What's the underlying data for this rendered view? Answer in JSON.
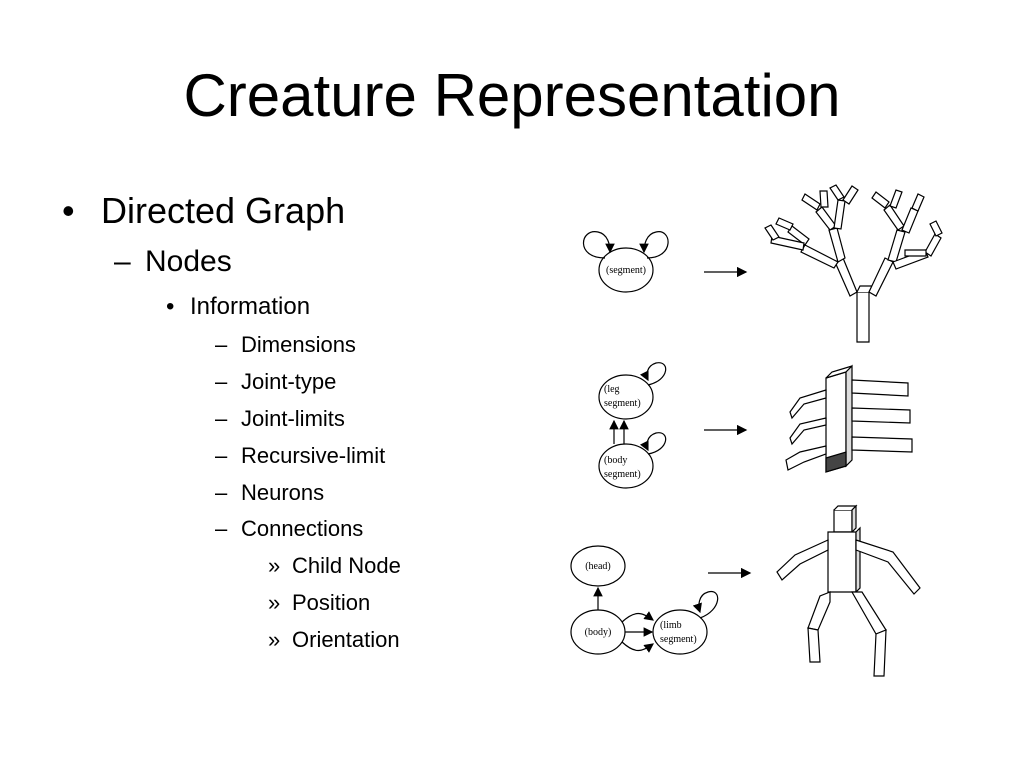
{
  "slide": {
    "title": "Creature Representation",
    "bullets": {
      "l1": {
        "marker": "•",
        "text": "Directed Graph"
      },
      "l2": {
        "marker": "–",
        "text": "Nodes"
      },
      "l3": {
        "marker": "•",
        "text": "Information"
      },
      "l4": [
        {
          "marker": "–",
          "text": "Dimensions"
        },
        {
          "marker": "–",
          "text": "Joint-type"
        },
        {
          "marker": "–",
          "text": "Joint-limits"
        },
        {
          "marker": "–",
          "text": "Recursive-limit"
        },
        {
          "marker": "–",
          "text": "Neurons"
        },
        {
          "marker": "–",
          "text": "Connections"
        }
      ],
      "l5": [
        {
          "marker": "»",
          "text": "Child Node"
        },
        {
          "marker": "»",
          "text": "Position"
        },
        {
          "marker": "»",
          "text": "Orientation"
        }
      ]
    }
  },
  "figure": {
    "tree_graph": {
      "node": "(segment)"
    },
    "centipede_graph": {
      "node_top_1": "(leg",
      "node_top_2": "segment)",
      "node_bottom_1": "(body",
      "node_bottom_2": "segment)"
    },
    "humanoid_graph": {
      "head": "(head)",
      "body": "(body)",
      "limb_1": "(limb",
      "limb_2": "segment)"
    }
  }
}
